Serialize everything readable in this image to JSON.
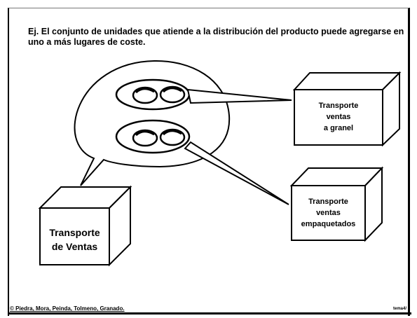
{
  "intro_text": "Ej. El conjunto de unidades que atiende a la distribución del producto puede agregarse en uno a más lugares de coste.",
  "boxes": {
    "granel": "Transporte\nventas\na granel",
    "empaquetados": "Transporte\nventas\nempaquetados",
    "ventas": "Transporte\nde Ventas"
  },
  "footer": "© Piedra, Mora, Peinda, Tolmeno, Granado.",
  "footer_right": "tema4/"
}
